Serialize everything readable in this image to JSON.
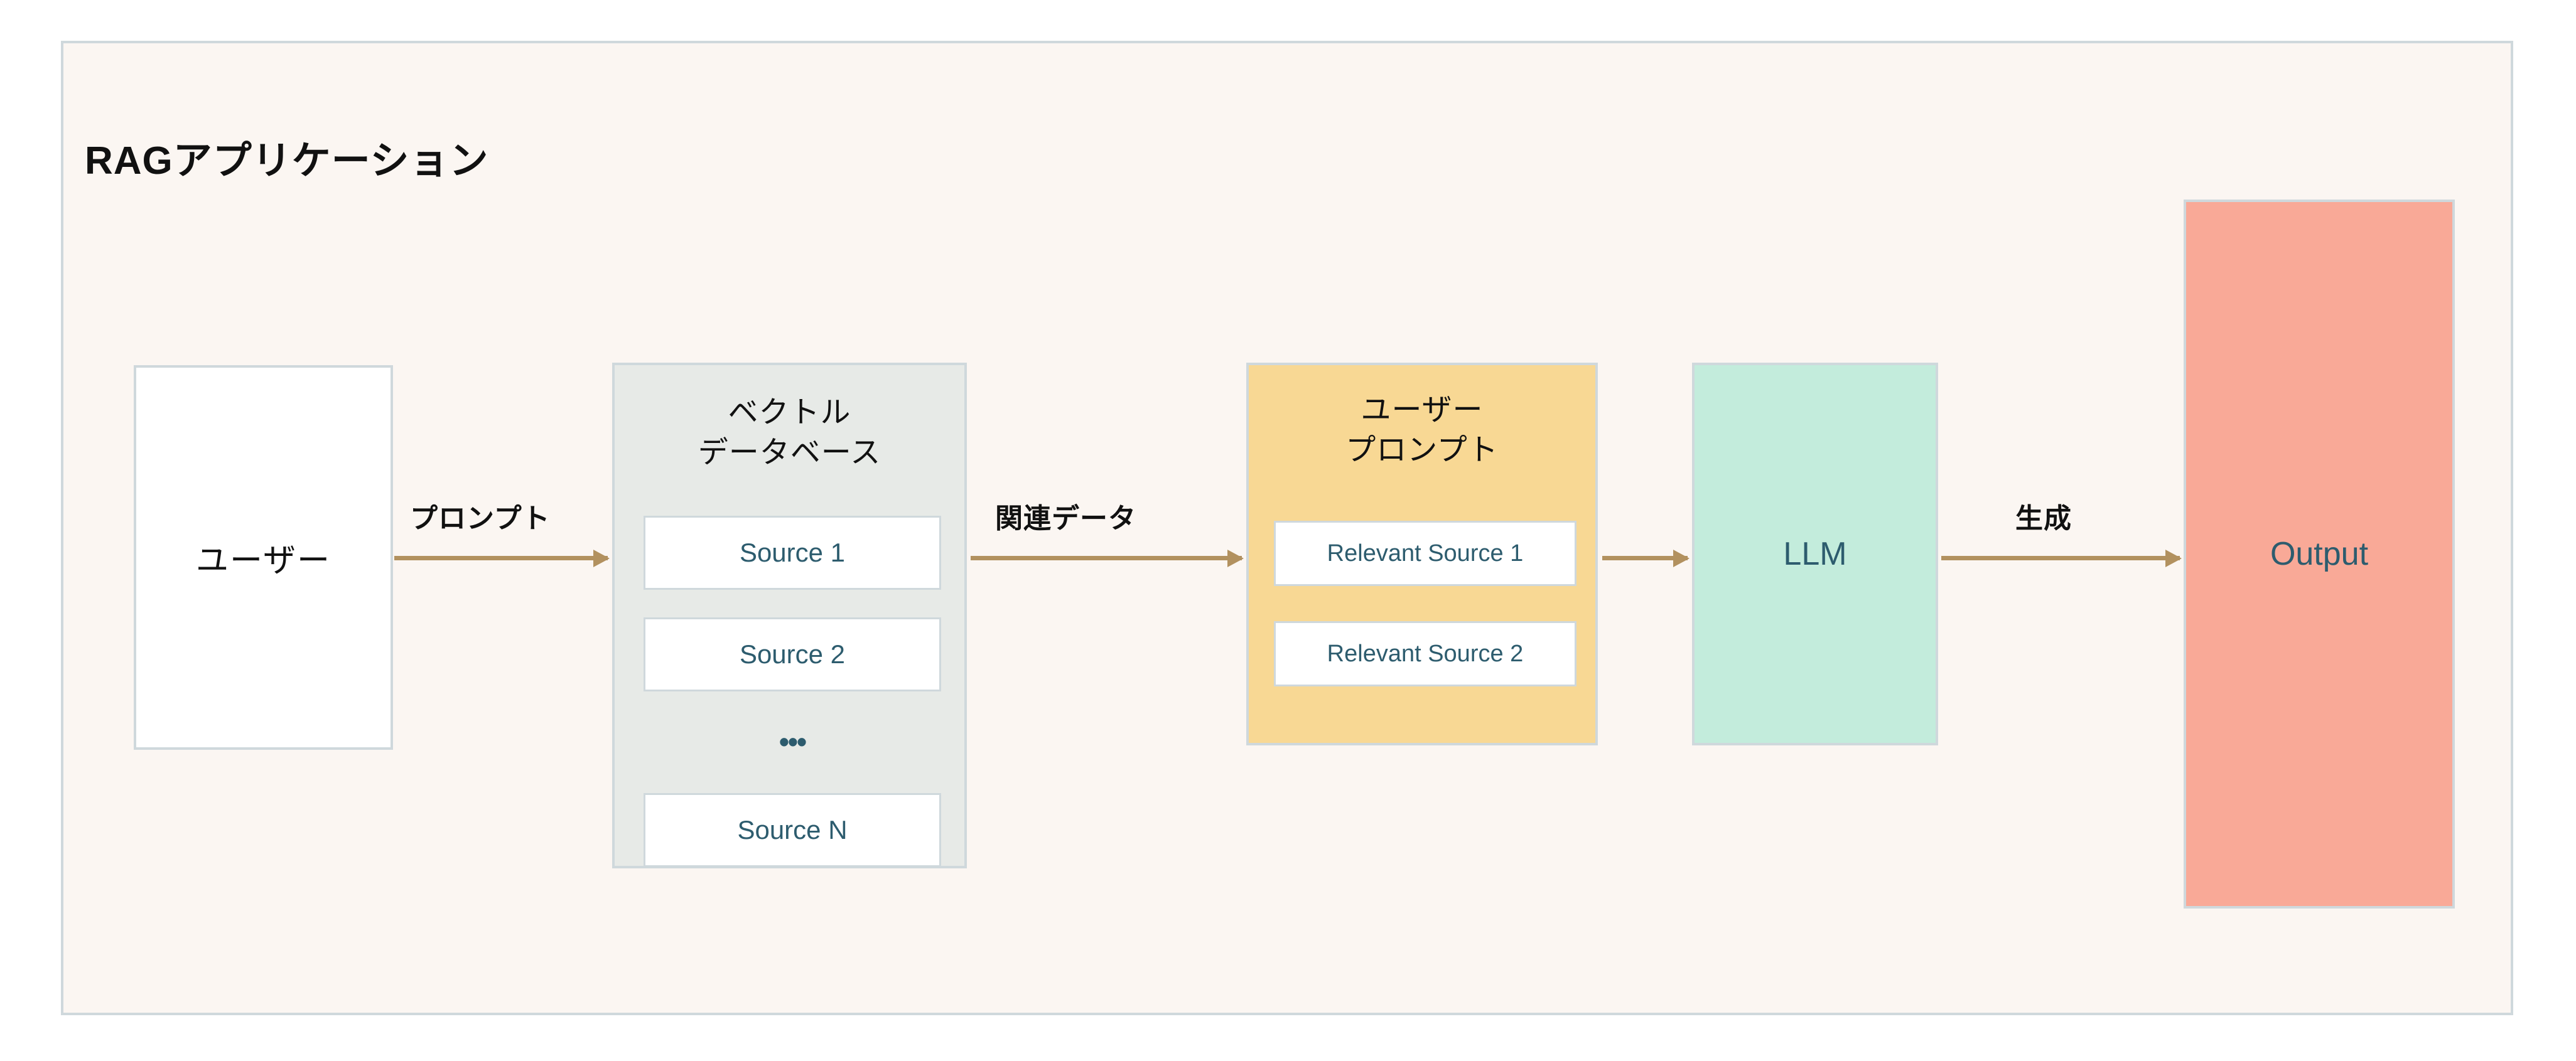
{
  "diagram": {
    "frame": {
      "title": "RAGアプリケーション",
      "background_color": "#fbf6f2",
      "border_color": "#cfd8dc"
    },
    "nodes": [
      {
        "id": "user",
        "label": "ユーザー",
        "fill_color": "#ffffff",
        "border_color": "#cfd8dc",
        "text_color": "#111111"
      },
      {
        "id": "vector-database",
        "header_line_1": "ベクトル",
        "header_line_2": "データベース",
        "fill_color": "#e7eae7",
        "border_color": "#cfd8dc",
        "items": [
          "Source 1",
          "Source 2",
          "Source N"
        ],
        "ellipsis": "•••",
        "item_text_color": "#2d5c6e"
      },
      {
        "id": "user-prompt",
        "header_line_1": "ユーザー",
        "header_line_2": "プロンプト",
        "fill_color": "#f8d894",
        "border_color": "#cfd8dc",
        "items": [
          "Relevant Source 1",
          "Relevant Source 2"
        ],
        "item_text_color": "#2d5c6e"
      },
      {
        "id": "llm",
        "label": "LLM",
        "fill_color": "#c3ecdc",
        "border_color": "#cfd8dc",
        "text_color": "#2d5c6e"
      },
      {
        "id": "output",
        "label": "Output",
        "fill_color": "#f9a997",
        "border_color": "#cfd8dc",
        "text_color": "#2d5c6e"
      }
    ],
    "edges": [
      {
        "id": "user-to-db",
        "label": "プロンプト",
        "color": "#b2915f"
      },
      {
        "id": "db-to-prompt",
        "label": "関連データ",
        "color": "#b2915f"
      },
      {
        "id": "prompt-to-llm",
        "label": "",
        "color": "#b2915f"
      },
      {
        "id": "llm-to-output",
        "label": "生成",
        "color": "#b2915f"
      }
    ]
  }
}
